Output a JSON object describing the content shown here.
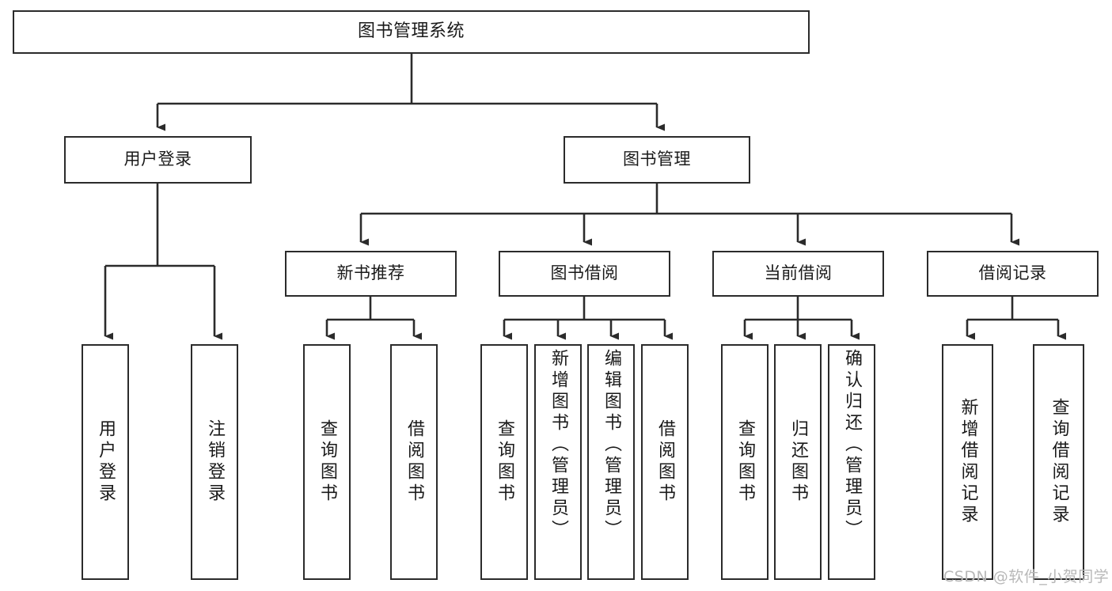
{
  "diagram": {
    "type": "tree-hierarchy",
    "title": "图书管理系统",
    "watermark": "CSDN @软件_小贺同学",
    "colors": {
      "stroke": "#2b2b2b",
      "fill": "#ffffff",
      "text": "#1a1a1a",
      "watermark": "#b8b8b8"
    },
    "nodes": {
      "root": {
        "label": "图书管理系统"
      },
      "level2": [
        {
          "label": "用户登录"
        },
        {
          "label": "图书管理"
        }
      ],
      "level3": [
        {
          "label": "新书推荐"
        },
        {
          "label": "图书借阅"
        },
        {
          "label": "当前借阅"
        },
        {
          "label": "借阅记录"
        }
      ],
      "leaves_user_login": [
        {
          "label": "用户登录"
        },
        {
          "label": "注销登录"
        }
      ],
      "leaves_new_book": [
        {
          "label": "查询图书"
        },
        {
          "label": "借阅图书"
        }
      ],
      "leaves_borrow": [
        {
          "label": "查询图书"
        },
        {
          "label": "新增图书（管理员）"
        },
        {
          "label": "编辑图书（管理员）"
        },
        {
          "label": "借阅图书"
        }
      ],
      "leaves_current": [
        {
          "label": "查询图书"
        },
        {
          "label": "归还图书"
        },
        {
          "label": "确认归还（管理员）"
        }
      ],
      "leaves_record": [
        {
          "label": "新增借阅记录"
        },
        {
          "label": "查询借阅记录"
        }
      ]
    }
  }
}
